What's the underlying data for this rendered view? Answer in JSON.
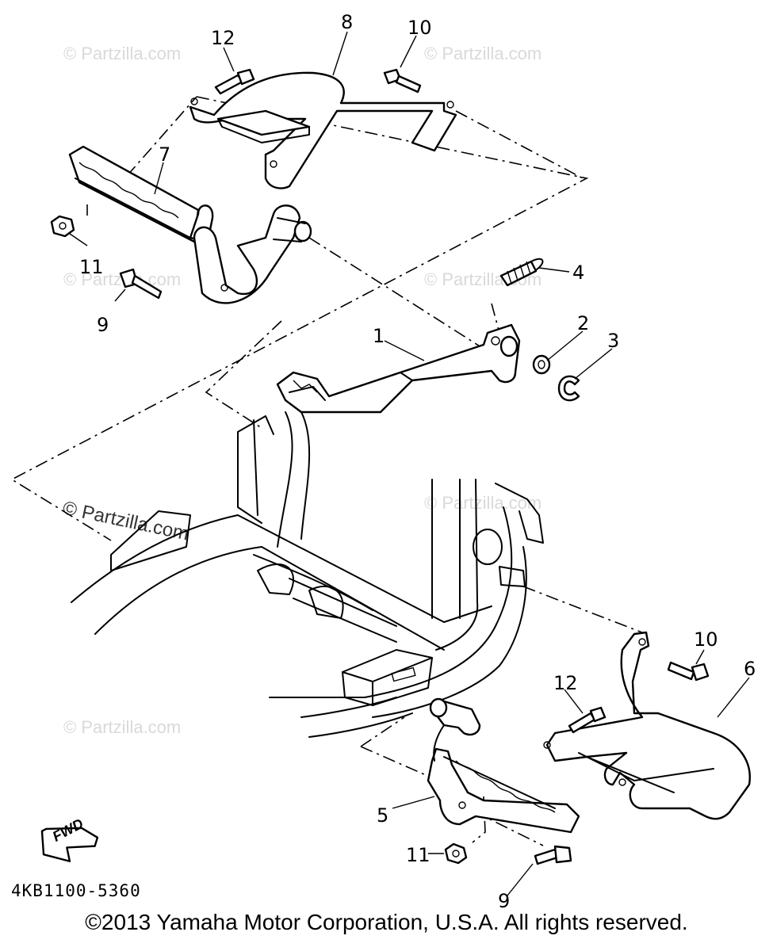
{
  "watermarks": {
    "small": "© Partzilla.com",
    "prominent": "© Partzilla.com"
  },
  "callouts": {
    "c1": "1",
    "c2": "2",
    "c3": "3",
    "c4": "4",
    "c5": "5",
    "c6": "6",
    "c7": "7",
    "c8": "8",
    "c9a": "9",
    "c9b": "9",
    "c10a": "10",
    "c10b": "10",
    "c11a": "11",
    "c11b": "11",
    "c12a": "12",
    "c12b": "12"
  },
  "fwd_label": "FWD",
  "diagram_code": "4KB1100-5360",
  "copyright": "©2013 Yamaha Motor Corporation, U.S.A. All rights reserved."
}
